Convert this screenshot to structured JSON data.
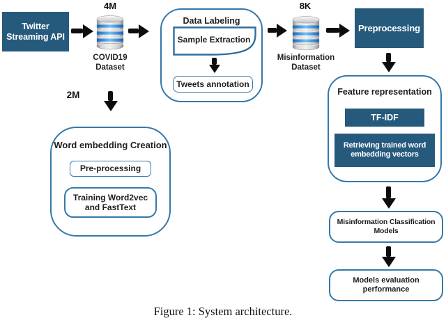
{
  "colors": {
    "dark_box": "#265a7c",
    "container_border": "#3578a9",
    "arrow": "#0d0d0d",
    "text_dark": "#1f1f1f",
    "database_band_blue": "#2196f3"
  },
  "nodes": {
    "twitter_api": "Twitter\nStreaming API",
    "covid_count": "4M",
    "covid_dataset": "COVID19\nDataset",
    "data_labeling_title": "Data Labeling",
    "sample_extraction": "Sample Extraction",
    "tweets_annotation": "Tweets annotation",
    "misinfo_count": "8K",
    "misinfo_dataset": "Misinformation\nDataset",
    "preprocessing": "Preprocessing",
    "feature_representation_title": "Feature representation",
    "tfidf": "TF-IDF",
    "retrieving_vectors": "Retrieving trained word\nembedding vectors",
    "embedding_count": "2M",
    "word_embedding_title": "Word embedding Creation",
    "pre_processing": "Pre-processing",
    "training": "Training Word2vec\nand FastText",
    "classification_models": "Misinformation Classification\nModels",
    "models_evaluation": "Models evaluation\nperformance"
  },
  "icons": {
    "database": "database-cylinder-icon",
    "flow_arrow": "thick-black-arrow"
  },
  "caption": "Figure 1: System architecture."
}
